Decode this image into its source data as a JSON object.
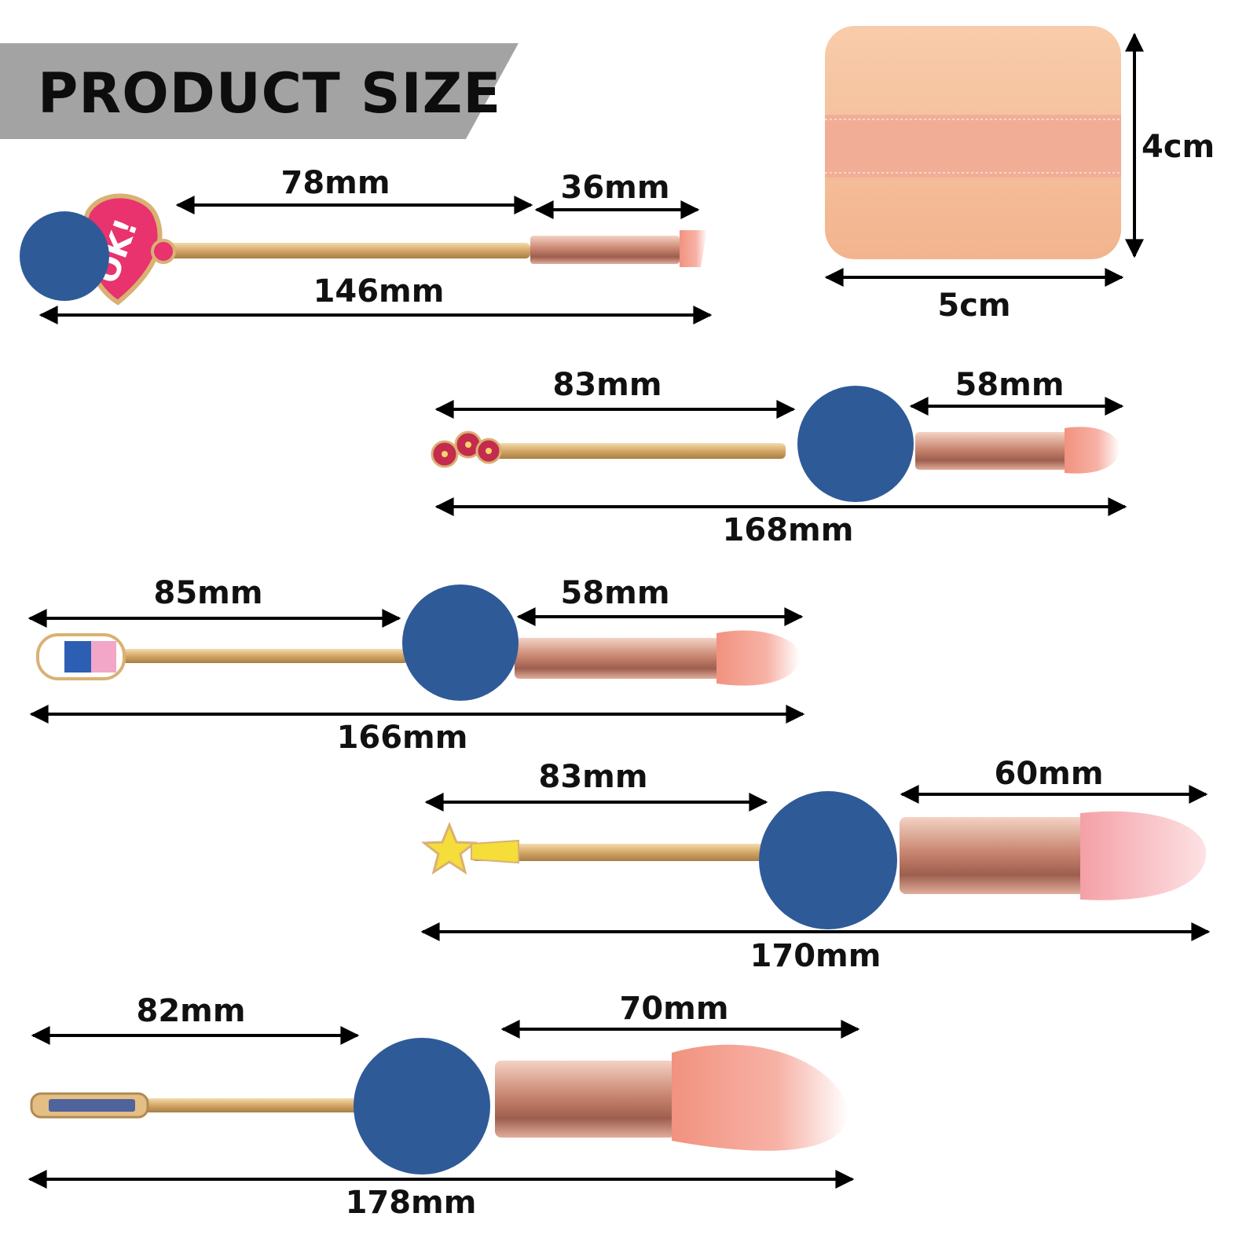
{
  "title": "PRODUCT SIZE",
  "colors": {
    "banner": "#a3a3a3",
    "handle_gold": "#d9b173",
    "ferrule_rose": "#d89a86",
    "bristle_pink": "#f4a59a",
    "bristle_tip": "#ffffff",
    "puff": "#f5bf9a",
    "ribbon": "#f2ae98",
    "privacy_dot": "#2f5a98"
  },
  "puff": {
    "height_label": "4cm",
    "width_label": "5cm"
  },
  "brushes": [
    {
      "id": "brush-1",
      "handle_label": "78mm",
      "head_label": "36mm",
      "total_label": "146mm",
      "emblem": "OK!",
      "emblem_icon": "heart-ok-emblem-icon"
    },
    {
      "id": "brush-2",
      "handle_label": "83mm",
      "head_label": "58mm",
      "total_label": "168mm",
      "emblem_icon": "flower-emblem-icon"
    },
    {
      "id": "brush-3",
      "handle_label": "85mm",
      "head_label": "58mm",
      "total_label": "166mm",
      "emblem_icon": "capsule-emblem-icon"
    },
    {
      "id": "brush-4",
      "handle_label": "83mm",
      "head_label": "60mm",
      "total_label": "170mm",
      "emblem_icon": "star-emblem-icon"
    },
    {
      "id": "brush-5",
      "handle_label": "82mm",
      "head_label": "70mm",
      "total_label": "178mm",
      "emblem_icon": "key-emblem-icon"
    }
  ]
}
